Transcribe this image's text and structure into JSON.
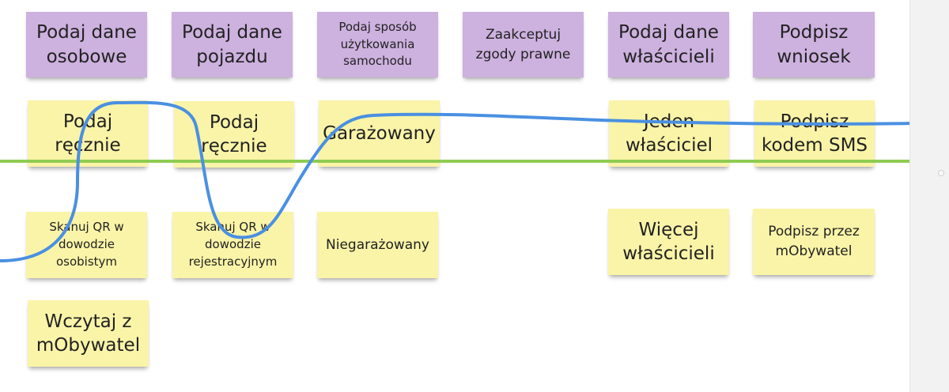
{
  "columns": [
    {
      "header": "Podaj dane osobowe",
      "options": [
        "Podaj ręcznie",
        "Skanuj QR w dowodzie osobistym",
        "Wczytaj z mObywatel"
      ]
    },
    {
      "header": "Podaj dane pojazdu",
      "options": [
        "Podaj ręcznie",
        "Skanuj QR w dowodzie rejestracyjnym"
      ]
    },
    {
      "header": "Podaj sposób użytkowania samochodu",
      "options": [
        "Garażowany",
        "Niegarażowany"
      ]
    },
    {
      "header": "Zaakceptuj zgody prawne",
      "options": []
    },
    {
      "header": "Podaj dane właścicieli",
      "options": [
        "Jeden właściciel",
        "Więcej właścicieli"
      ]
    },
    {
      "header": "Podpisz wniosek",
      "options": [
        "Podpisz kodem SMS",
        "Podpisz przez mObywatel"
      ]
    }
  ],
  "colors": {
    "header_note": "#cdb1df",
    "option_note": "#faf4a8",
    "path_blue": "#4a90e2",
    "path_green": "#8fcc52"
  }
}
